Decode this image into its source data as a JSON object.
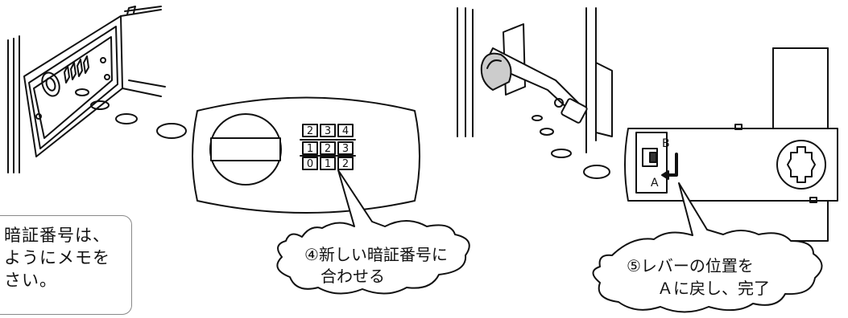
{
  "note": {
    "lines": [
      "暗証番号は、",
      "ようにメモを",
      "さい。"
    ]
  },
  "keypad": {
    "rows": [
      [
        "2",
        "3",
        "4"
      ],
      [
        "1",
        "2",
        "3"
      ],
      [
        "0",
        "1",
        "2"
      ]
    ]
  },
  "lever": {
    "label_b": "B",
    "label_a": "A"
  },
  "callouts": {
    "step4": [
      "④新しい暗証番号に",
      "合わせる"
    ],
    "step5": [
      "⑤レバーの位置を",
      "Ａに戻し、完了"
    ]
  }
}
